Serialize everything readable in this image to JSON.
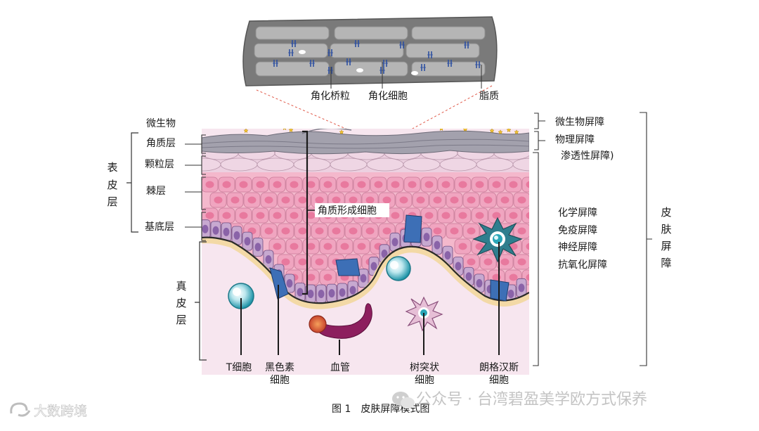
{
  "diagram": {
    "callout": {
      "labels": [
        "角化桥粒",
        "角化细胞",
        "脂质"
      ]
    },
    "left": {
      "microbe": "微生物",
      "stratum_corneum": "角质层",
      "stratum_granulosum": "颗粒层",
      "stratum_spinosum": "棘层",
      "stratum_basale": "基底层",
      "epidermis": [
        "表",
        "皮",
        "层"
      ],
      "dermis": [
        "真",
        "皮",
        "层"
      ]
    },
    "center": {
      "keratinocyte": "角质形成细胞"
    },
    "bottom": {
      "t_cell": "T细胞",
      "melanocyte": [
        "黑色素",
        "细胞"
      ],
      "blood_vessel": "血管",
      "dendritic_cell": [
        "树突状",
        "细胞"
      ],
      "langerhans_cell": [
        "朗格汉斯",
        "细胞"
      ]
    },
    "right": {
      "microbial_barrier": "微生物屏障",
      "physical_barrier": "物理屏障",
      "permeability_barrier": "渗透性屏障)",
      "chemical_barrier": "化学屏障",
      "immune_barrier": "免疫屏障",
      "neural_barrier": "神经屏障",
      "antioxidant_barrier": "抗氧化屏障",
      "skin_barrier": [
        "皮",
        "肤",
        "屏",
        "障"
      ]
    },
    "caption": "图 1　皮肤屏障模式图"
  },
  "watermarks": {
    "wechat": "公众号 · 台湾碧盈美学欧方式保养",
    "corner": "大数跨境"
  },
  "colors": {
    "stratum_corneum": "#9c9aa8",
    "granular": "#e9c7d9",
    "spinous": "#f0a5c0",
    "nucleus_pink": "#e8799e",
    "basal_cell": "#c7a9d0",
    "basal_nucleus": "#8a63a8",
    "melanocyte": "#3d6fb6",
    "dermis": "#f7e6ef",
    "membrane": "#f3d9a6",
    "blood_vessel": "#8d1f5e",
    "t_cell": "#2aa6b8"
  }
}
